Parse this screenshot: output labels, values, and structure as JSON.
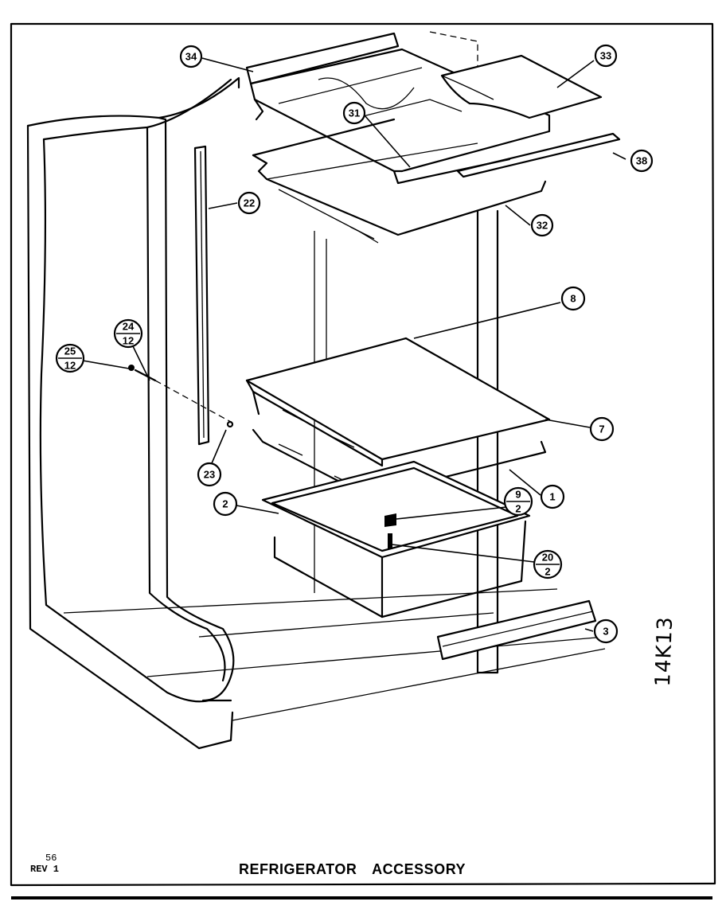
{
  "title": "REFRIGERATOR ACCESSORY",
  "page_number": "56",
  "revision": "REV 1",
  "handwritten_code": "14K13",
  "callouts": [
    {
      "id": "c34",
      "label": "34"
    },
    {
      "id": "c33",
      "label": "33"
    },
    {
      "id": "c31",
      "label": "31"
    },
    {
      "id": "c38",
      "label": "38"
    },
    {
      "id": "c22",
      "label": "22"
    },
    {
      "id": "c32",
      "label": "32"
    },
    {
      "id": "c8",
      "label": "8"
    },
    {
      "id": "c7",
      "label": "7"
    },
    {
      "id": "c1",
      "label": "1"
    },
    {
      "id": "c23",
      "label": "23"
    },
    {
      "id": "c2",
      "label": "2"
    },
    {
      "id": "c3",
      "label": "3"
    }
  ],
  "fraction_callouts": [
    {
      "id": "f24",
      "top": "24",
      "bottom": "12"
    },
    {
      "id": "f25",
      "top": "25",
      "bottom": "12"
    },
    {
      "id": "f9",
      "top": "9",
      "bottom": "2"
    },
    {
      "id": "f20",
      "top": "20",
      "bottom": "2"
    }
  ]
}
